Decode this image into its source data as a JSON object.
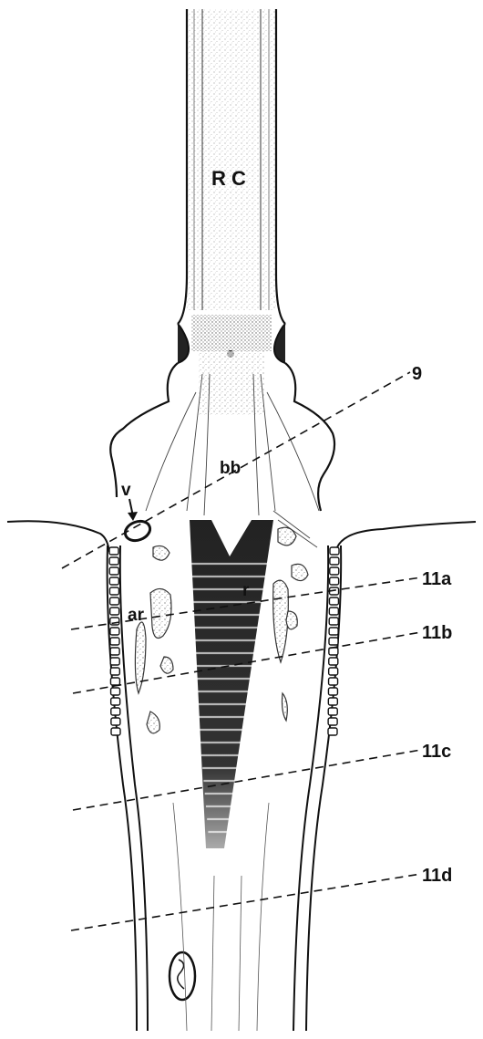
{
  "figure": {
    "labels": {
      "rc": "R C",
      "bb": "bb",
      "v": "v",
      "r": "r",
      "ar": "ar"
    },
    "section_lines": [
      {
        "id": "9",
        "label": "9"
      },
      {
        "id": "11a",
        "label": "11a"
      },
      {
        "id": "11b",
        "label": "11b"
      },
      {
        "id": "11c",
        "label": "11c"
      },
      {
        "id": "11d",
        "label": "11d"
      }
    ],
    "colors": {
      "ink": "#111111",
      "paper": "#ffffff"
    }
  }
}
